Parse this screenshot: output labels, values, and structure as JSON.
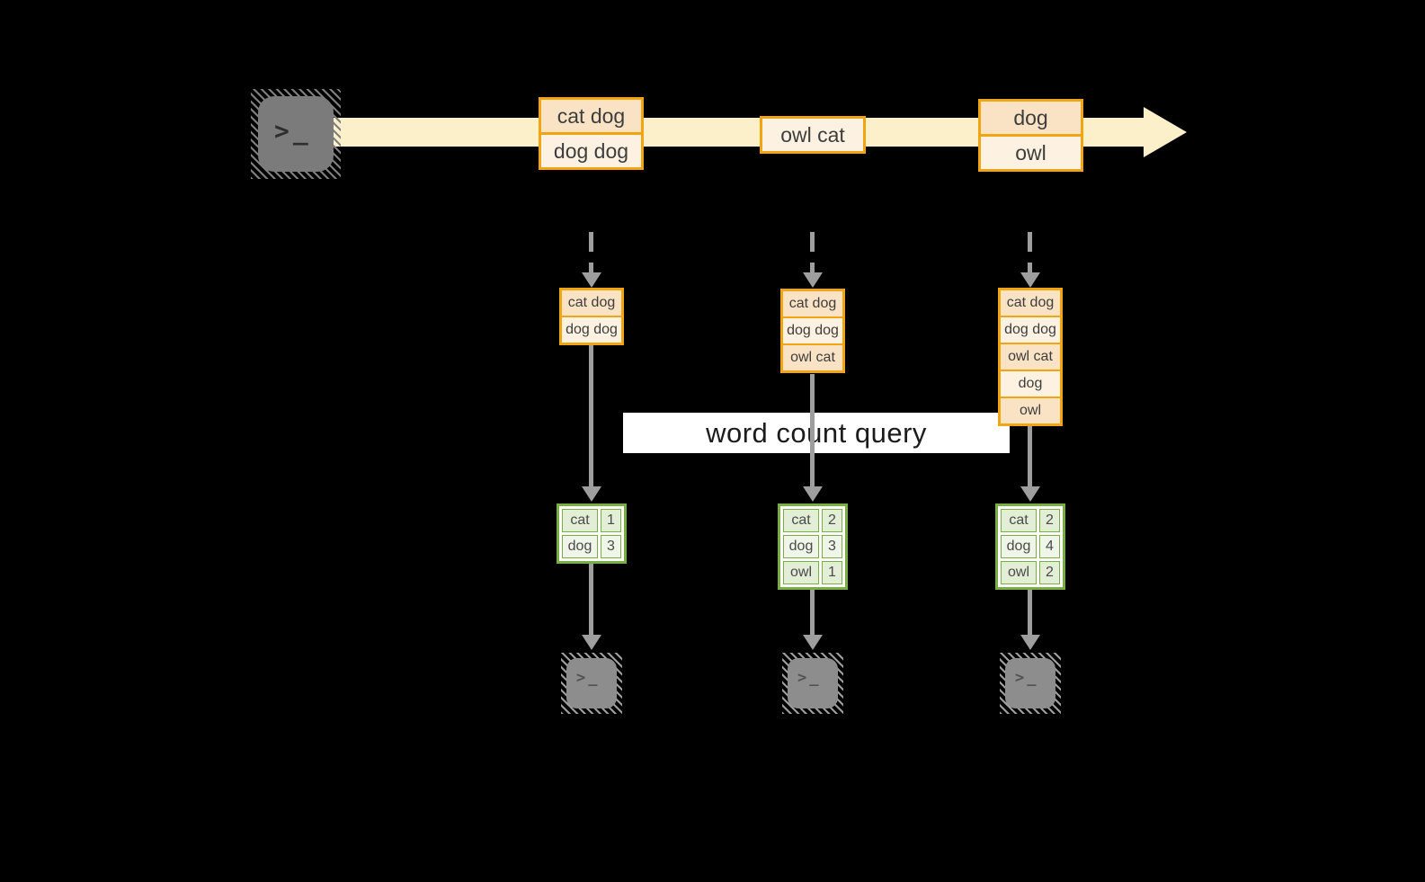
{
  "stream": {
    "source_glyph": ">_",
    "events": [
      {
        "cells": [
          "cat dog",
          "dog dog"
        ]
      },
      {
        "cells": [
          "owl cat"
        ]
      },
      {
        "cells": [
          "dog",
          "owl"
        ]
      }
    ]
  },
  "query": {
    "label": "word count query"
  },
  "columns": [
    {
      "buffer": [
        "cat dog",
        "dog dog"
      ],
      "counts": [
        {
          "word": "cat",
          "count": "1"
        },
        {
          "word": "dog",
          "count": "3"
        }
      ],
      "terminal_glyph": ">_"
    },
    {
      "buffer": [
        "cat dog",
        "dog dog",
        "owl cat"
      ],
      "counts": [
        {
          "word": "cat",
          "count": "2"
        },
        {
          "word": "dog",
          "count": "3"
        },
        {
          "word": "owl",
          "count": "1"
        }
      ],
      "terminal_glyph": ">_"
    },
    {
      "buffer": [
        "cat dog",
        "dog dog",
        "owl cat",
        "dog",
        "owl"
      ],
      "counts": [
        {
          "word": "cat",
          "count": "2"
        },
        {
          "word": "dog",
          "count": "4"
        },
        {
          "word": "owl",
          "count": "2"
        }
      ],
      "terminal_glyph": ">_"
    }
  ],
  "colors": {
    "background": "#000000",
    "stream_band": "#fcf0ca",
    "event_border": "#f1a512",
    "event_fill_dark": "#fae3c5",
    "event_fill_light": "#fdf2e2",
    "table_border": "#79ae43",
    "table_fill_dark": "#e3eed6",
    "table_fill_light": "#eff5e7",
    "arrow_gray": "#9e9e9e",
    "terminal_gray": "#7b7b7b",
    "query_band": "#ffffff",
    "text": "#3d3d3d"
  }
}
